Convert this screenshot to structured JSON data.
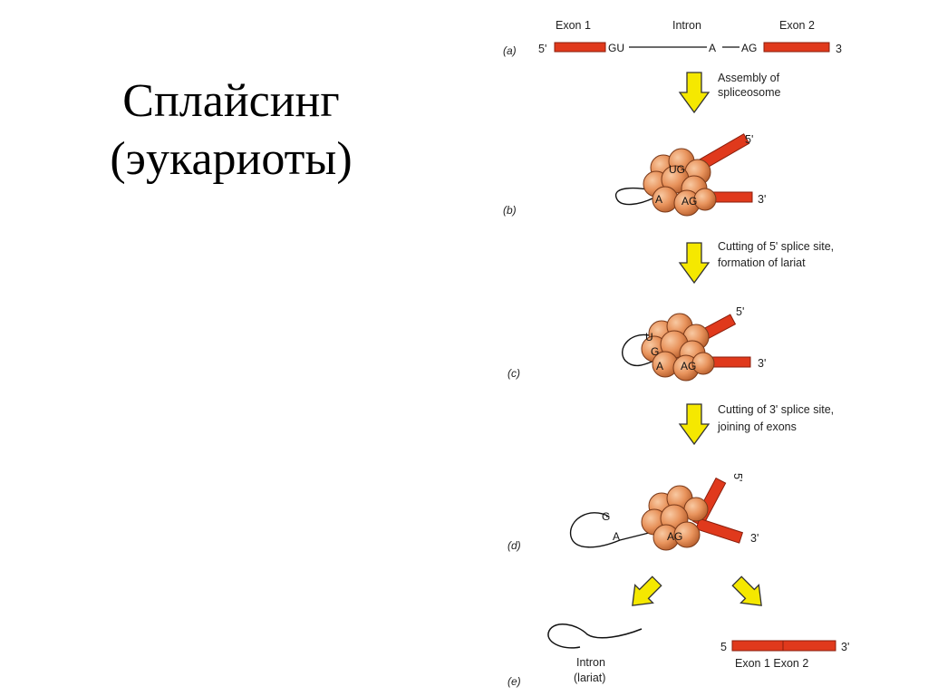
{
  "slide": {
    "title_line1": "Сплайсинг",
    "title_line2": "(эукариоты)"
  },
  "colors": {
    "exon": "#e0391c",
    "exon_stroke": "#8a1e0c",
    "spliceosome": "#e8935c",
    "spliceosome_stroke": "#7a3a1a",
    "arrow": "#f5e800",
    "arrow_stroke": "#333333",
    "line": "#111111"
  },
  "diagram": {
    "panels": {
      "a": "(a)",
      "b": "(b)",
      "c": "(c)",
      "d": "(d)",
      "e": "(e)"
    },
    "pre_mrna": {
      "exon1": "Exon 1",
      "intron": "Intron",
      "exon2": "Exon 2",
      "five_prime": "5'",
      "three_prime": "3",
      "gu": "GU",
      "a": "A",
      "ag": "AG"
    },
    "steps": {
      "assembly_line1": "Assembly of",
      "assembly_line2": "spliceosome",
      "cut5_line1": "Cutting of 5' splice site,",
      "cut5_line2": "formation of lariat",
      "cut3_line1": "Cutting of 3' splice site,",
      "cut3_line2": "joining of exons"
    },
    "complex_labels": {
      "ug": "UG",
      "u": "U",
      "g": "G",
      "a": "A",
      "ag": "AG",
      "five_prime": "5'",
      "three_prime": "3'"
    },
    "products": {
      "intron_line1": "Intron",
      "intron_line2": "(lariat)",
      "five_prime": "5",
      "three_prime": "3'",
      "exon_label": "Exon 1 Exon 2"
    }
  }
}
